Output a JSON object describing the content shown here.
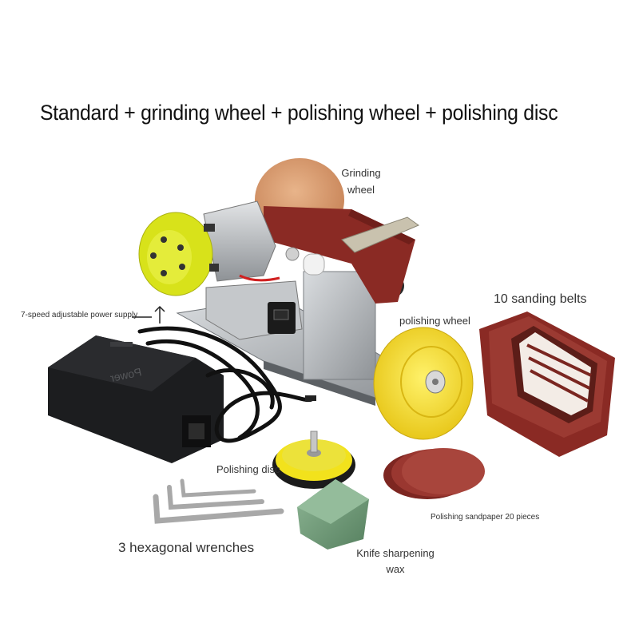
{
  "headline": "Standard + grinding wheel + polishing wheel + polishing disc",
  "labels": {
    "grinding_wheel_line1": "Grinding",
    "grinding_wheel_line2": "wheel",
    "power_supply": "7-speed adjustable power supply",
    "polishing_wheel": "polishing wheel",
    "sanding_belts": "10 sanding belts",
    "polishing_disc": "Polishing disc",
    "sandpaper": "Polishing sandpaper 20 pieces",
    "wrenches": "3 hexagonal wrenches",
    "wax_line1": "Knife sharpening",
    "wax_line2": "wax"
  },
  "adapter_brand": "Power",
  "colors": {
    "motor_yellow": "#d8e21a",
    "belt_red": "#8a2a24",
    "polish_wheel_yellow": "#f2d21c",
    "wax_green": "#6f9a78",
    "steel": "#b9bcbf",
    "adapter_black": "#1c1d1f"
  }
}
